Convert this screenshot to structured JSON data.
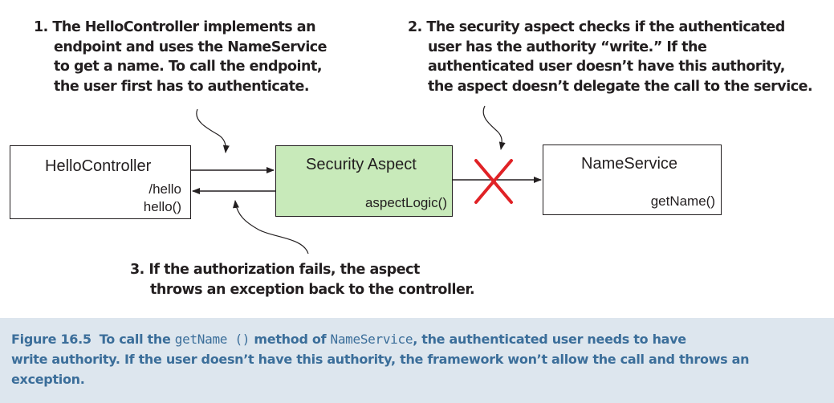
{
  "annotations": {
    "one": {
      "lines": [
        "1. The HelloController implements an",
        "endpoint and uses the NameService",
        "to get a name. To call the endpoint,",
        "the user first has to authenticate."
      ]
    },
    "two": {
      "lines": [
        "2. The security aspect checks if the authenticated",
        "user has the authority “write.” If the",
        "authenticated user doesn’t have this authority,",
        "the aspect doesn’t delegate the call to the service."
      ]
    },
    "three": {
      "lines": [
        "3. If the authorization fails, the aspect",
        "throws an exception back to the controller."
      ]
    }
  },
  "boxes": {
    "hello_controller": {
      "title": "HelloController",
      "path": "/hello",
      "method": "hello()"
    },
    "security_aspect": {
      "title": "Security Aspect",
      "method": "aspectLogic()",
      "fill": "#c8eaba"
    },
    "name_service": {
      "title": "NameService",
      "method": "getName()"
    }
  },
  "colors": {
    "blocked_mark": "#e02226",
    "caption_background": "#dde6ee",
    "caption_text": "#3b6e9a"
  },
  "caption": {
    "label": "Figure 16.5",
    "line1": {
      "t1": "To call the ",
      "code1": "getName ()",
      "t2": " method of ",
      "code2": "NameService",
      "t3": ", the authenticated user needs to have"
    },
    "line2": "write authority. If the user doesn’t have this authority, the framework won’t allow the call and throws an",
    "line3": "exception."
  }
}
